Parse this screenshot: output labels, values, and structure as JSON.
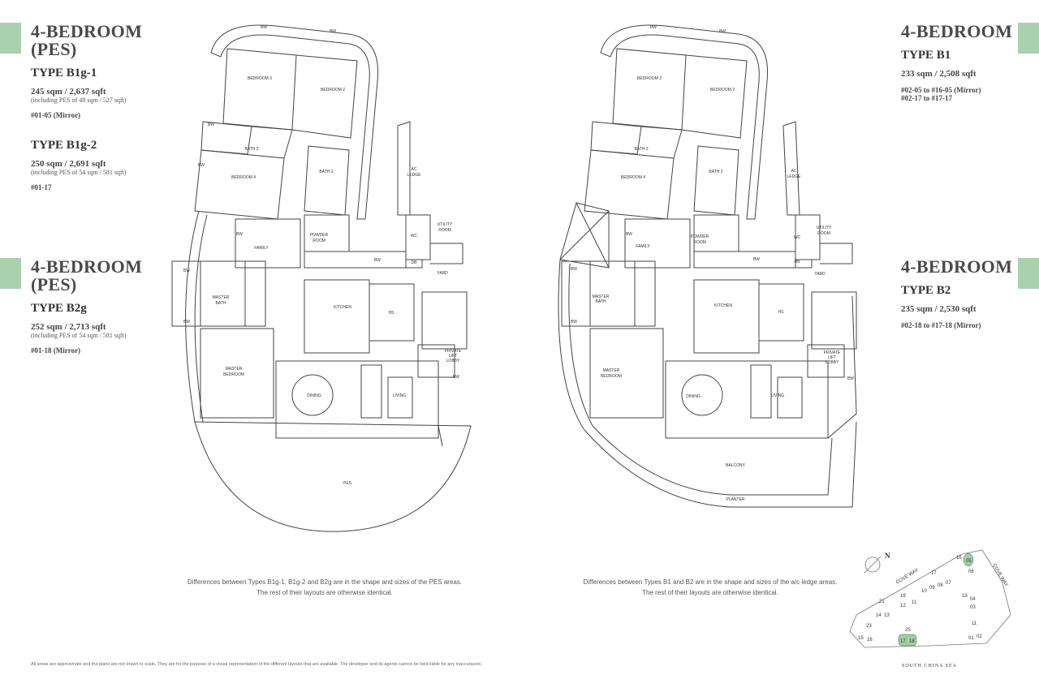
{
  "left_top": {
    "title_line1": "4-BEDROOM",
    "title_line2": "(PES)",
    "type1": "TYPE B1g-1",
    "type1_area": "245 sqm / 2,637 sqft",
    "type1_pes": "(including PES of 49 sqm / 527 sqft)",
    "type1_units": "#01-05 (Mirror)",
    "type2": "TYPE B1g-2",
    "type2_area": "250 sqm / 2,691 sqft",
    "type2_pes": "(including PES of 54 sqm / 581 sqft)",
    "type2_units": "#01-17"
  },
  "left_bottom": {
    "title_line1": "4-BEDROOM",
    "title_line2": "(PES)",
    "type": "TYPE B2g",
    "area": "252 sqm / 2,713 sqft",
    "pes": "(including PES of 54 sqm / 581 sqft)",
    "units": "#01-18 (Mirror)"
  },
  "right_top": {
    "title": "4-BEDROOM",
    "type": "TYPE B1",
    "area": "233 sqm / 2,508 sqft",
    "units_line1": "#02-05 to #16-05 (Mirror)",
    "units_line2": "#02-17 to #17-17"
  },
  "right_bottom": {
    "title": "4-BEDROOM",
    "type": "TYPE B2",
    "area": "235 sqm / 2,530 sqft",
    "units": "#02-18 to #17-18 (Mirror)"
  },
  "rooms": {
    "bw": "BW",
    "bedroom3": "BEDROOM 3",
    "bedroom2": "BEDROOM 2",
    "bedroom4": "BEDROOM 4",
    "bath3": "BATH 3",
    "bath2": "BATH 2",
    "ac_ledge_1": "AC",
    "ac_ledge_2": "LEDGE",
    "family": "FAMILY",
    "powder_1": "POWDER",
    "powder_2": "ROOM",
    "utility_1": "UTILITY",
    "utility_2": "ROOM",
    "wc": "WC",
    "db": "DB",
    "yard": "YARD",
    "master_bath_1": "MASTER",
    "master_bath_2": "BATH",
    "kitchen": "KITCHEN",
    "hs": "HS",
    "lift_1": "PRIVATE",
    "lift_2": "LIFT",
    "lift_3": "LOBBY",
    "master_bed_1": "MASTER",
    "master_bed_2": "BEDROOM",
    "dining": "DINING",
    "living": "LIVING",
    "pes": "PES",
    "balcony": "BALCONY",
    "planter": "PLANTER"
  },
  "notes": {
    "left_line1": "Differences between Types B1g-1, B1g-2 and B2g are in the shape and sizes of the PES areas.",
    "left_line2": "The rest of their layouts are otherwise identical.",
    "right_line1": "Differences between Types B1 and B2 are in the shape and sizes of the a/c ledge areas.",
    "right_line2": "The rest of their layouts are otherwise identical.",
    "disclaimer": "All areas are approximate and the plans are not drawn to scale. They are for the purpose of a visual representation of the different layouts that are available. The developer and its agents cannot be held liable for any inaccuracies."
  },
  "site_map": {
    "north": "N",
    "road1": "COVE WAY",
    "road2": "COVE WAY",
    "sea": "SOUTH CHINA SEA",
    "blocks": [
      "15",
      "05",
      "06",
      "17",
      "10",
      "09",
      "08",
      "07",
      "19",
      "12",
      "11",
      "13",
      "04",
      "03",
      "21",
      "14",
      "13",
      "23",
      "15",
      "16",
      "25",
      "17",
      "18",
      "11",
      "01",
      "02"
    ],
    "highlight_color": "#9fcea3"
  },
  "colors": {
    "accent": "#a9d1ad"
  }
}
